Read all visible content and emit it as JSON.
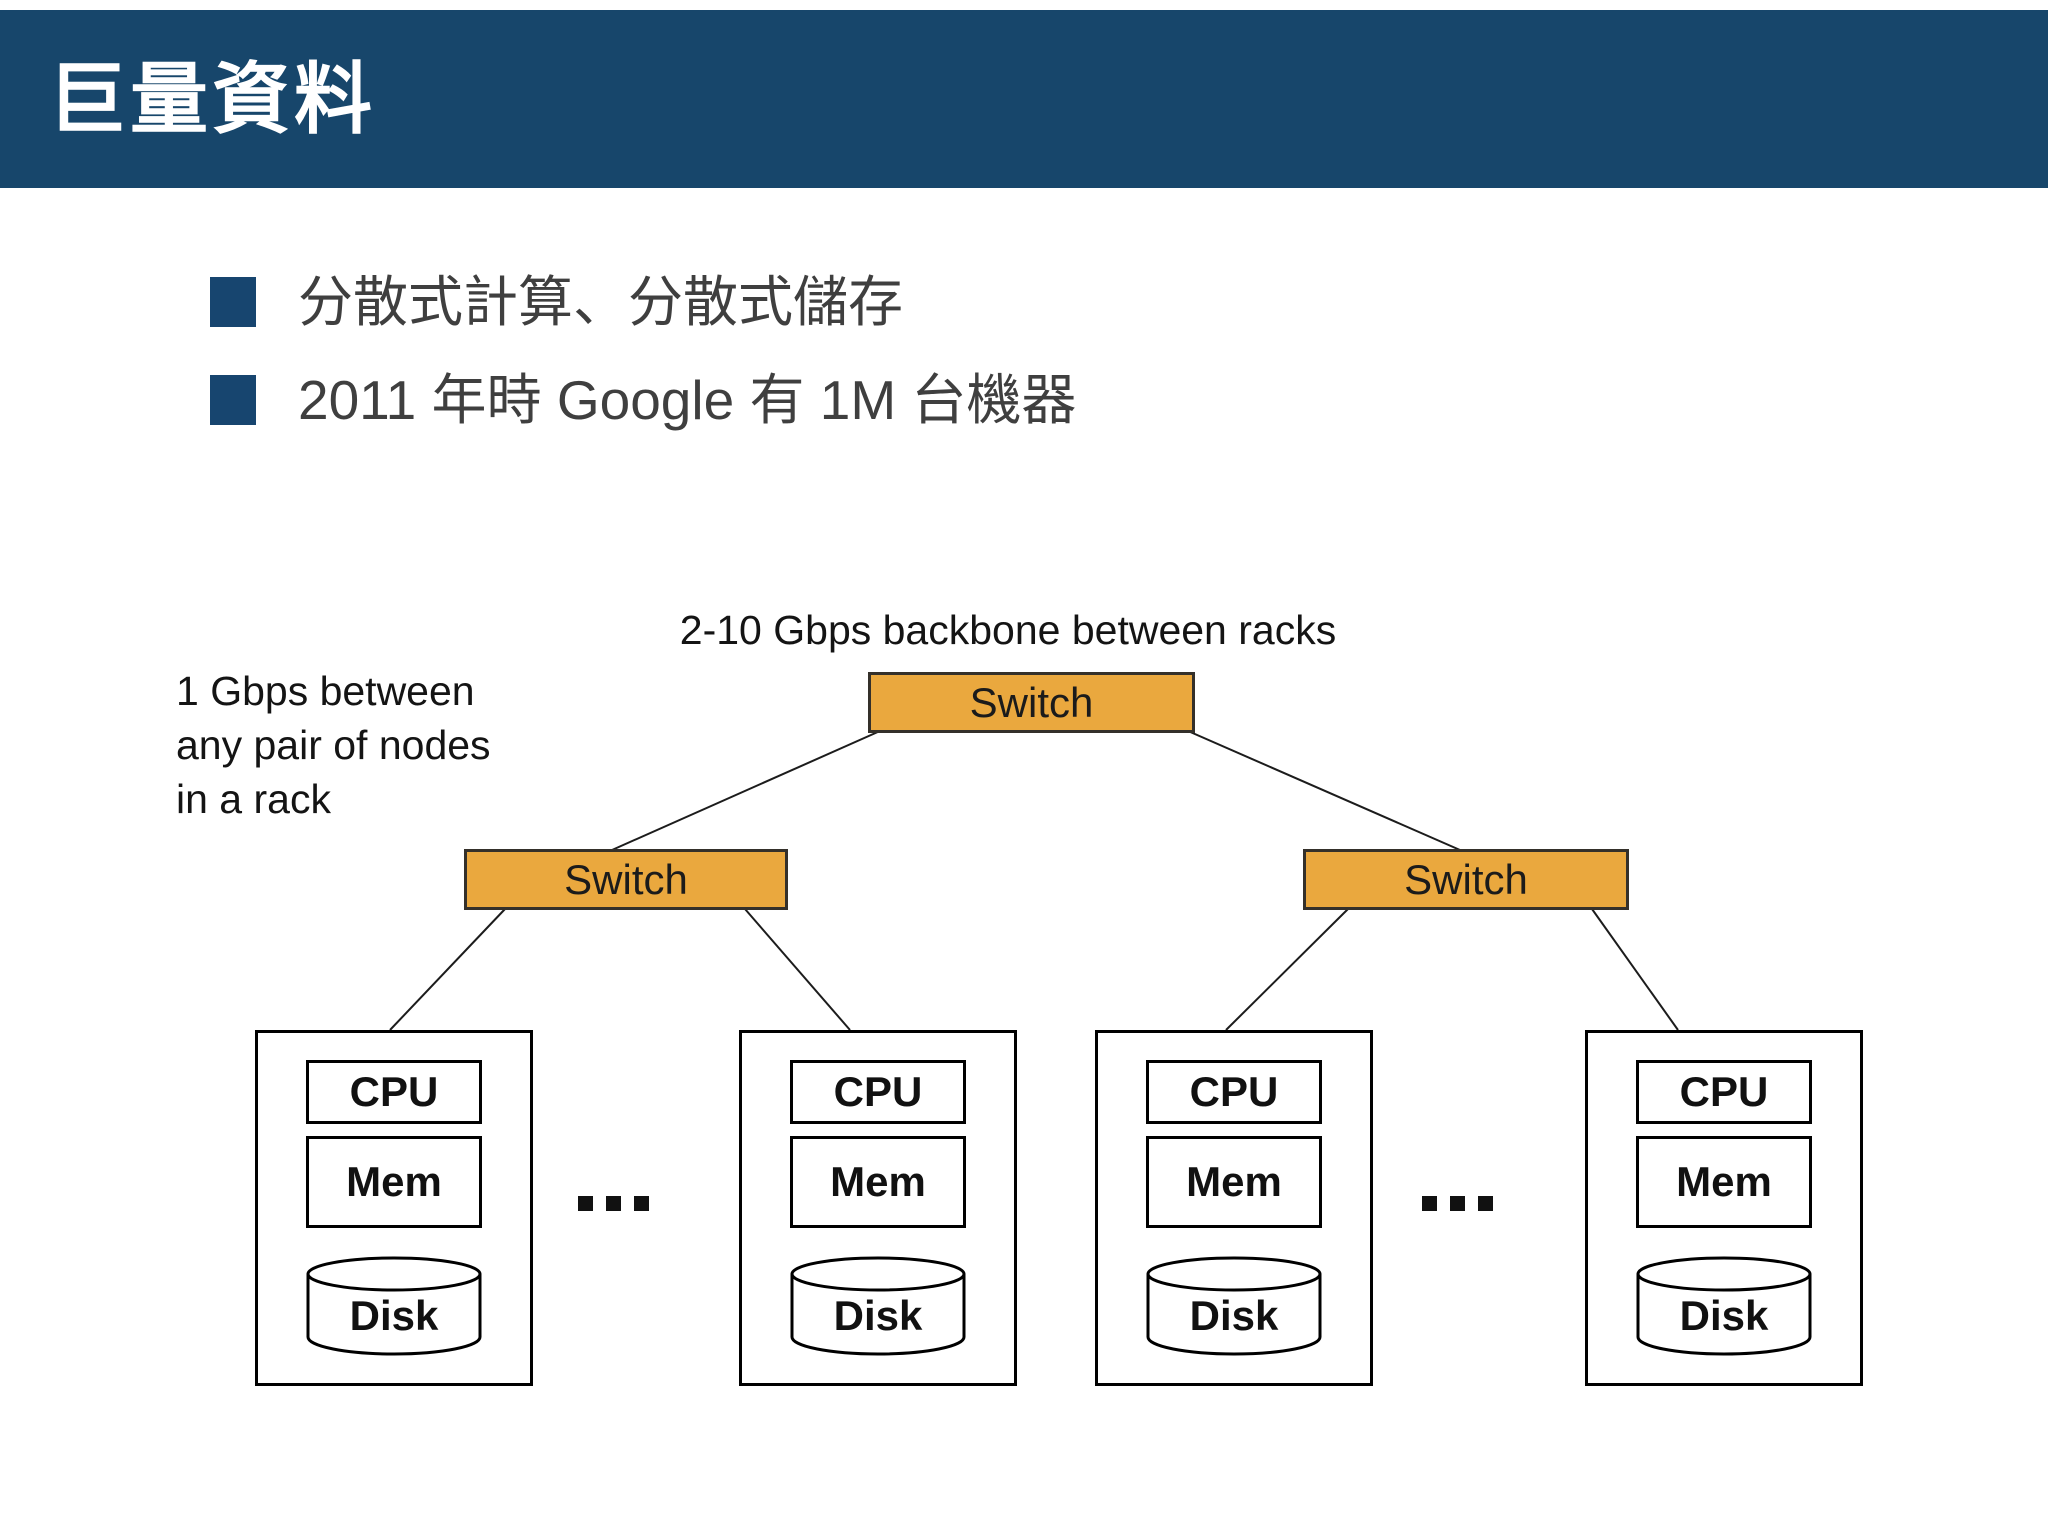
{
  "header": {
    "title": "巨量資料"
  },
  "bullets": [
    {
      "label": "分散式計算、分散式儲存"
    },
    {
      "label": "2011 年時 Google 有 1M 台機器"
    }
  ],
  "diagram": {
    "backbone_label": "2-10 Gbps backbone between racks",
    "rack_bandwidth_label": [
      "1 Gbps between",
      "any pair of nodes",
      "in a rack"
    ],
    "switches": {
      "top": "Switch",
      "left": "Switch",
      "right": "Switch"
    },
    "ellipsis": "...",
    "racks": [
      {
        "cpu": "CPU",
        "mem": "Mem",
        "disk": "Disk"
      },
      {
        "cpu": "CPU",
        "mem": "Mem",
        "disk": "Disk"
      },
      {
        "cpu": "CPU",
        "mem": "Mem",
        "disk": "Disk"
      },
      {
        "cpu": "CPU",
        "mem": "Mem",
        "disk": "Disk"
      }
    ]
  },
  "colors": {
    "header_bar": "#17466B",
    "title_text": "#FFFFFF",
    "bullet_marker": "#17456F",
    "body_text": "#3F3F3F",
    "diagram_text": "#141414",
    "switch_fill": "#EAA83E",
    "switch_border": "#34302A",
    "box_border": "#000000",
    "line": "#1C1C1C"
  }
}
